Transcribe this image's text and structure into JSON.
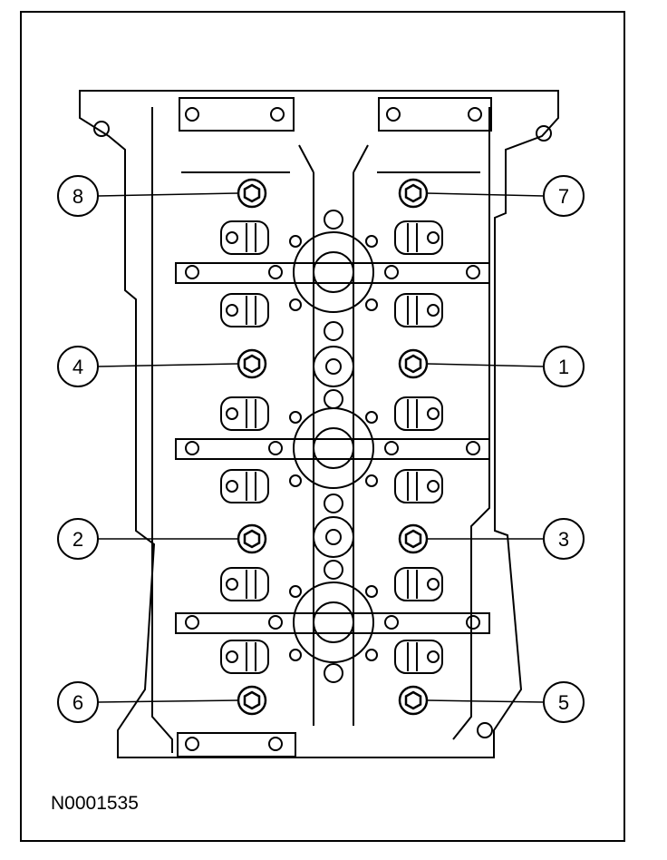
{
  "figure_id": "N0001535",
  "callouts": [
    "1",
    "2",
    "3",
    "4",
    "5",
    "6",
    "7",
    "8"
  ],
  "colors": {
    "line": "#000000",
    "background": "#ffffff"
  }
}
